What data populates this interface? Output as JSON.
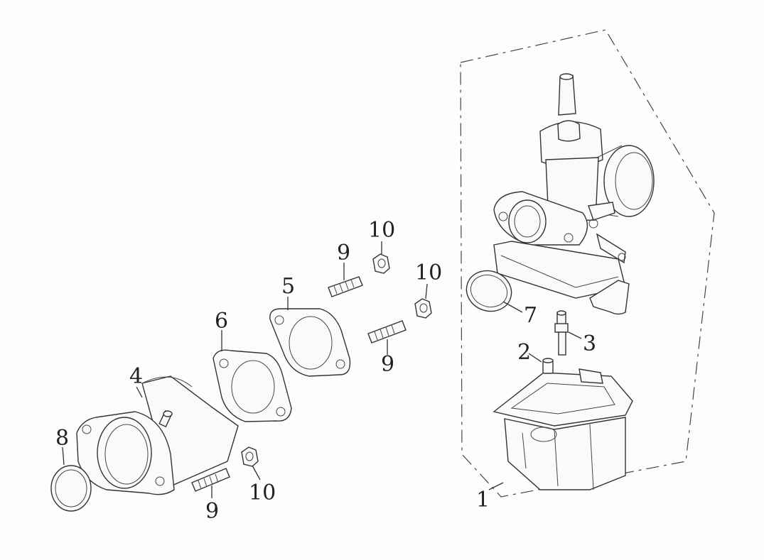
{
  "diagram": {
    "callouts": [
      {
        "id": "c1",
        "text": "1"
      },
      {
        "id": "c2",
        "text": "2"
      },
      {
        "id": "c3",
        "text": "3"
      },
      {
        "id": "c4",
        "text": "4"
      },
      {
        "id": "c5",
        "text": "5"
      },
      {
        "id": "c6",
        "text": "6"
      },
      {
        "id": "c7",
        "text": "7"
      },
      {
        "id": "c8",
        "text": "8"
      },
      {
        "id": "c9a",
        "text": "9"
      },
      {
        "id": "c9b",
        "text": "9"
      },
      {
        "id": "c9c",
        "text": "9"
      },
      {
        "id": "c10a",
        "text": "10"
      },
      {
        "id": "c10b",
        "text": "10"
      },
      {
        "id": "c10c",
        "text": "10"
      }
    ]
  }
}
